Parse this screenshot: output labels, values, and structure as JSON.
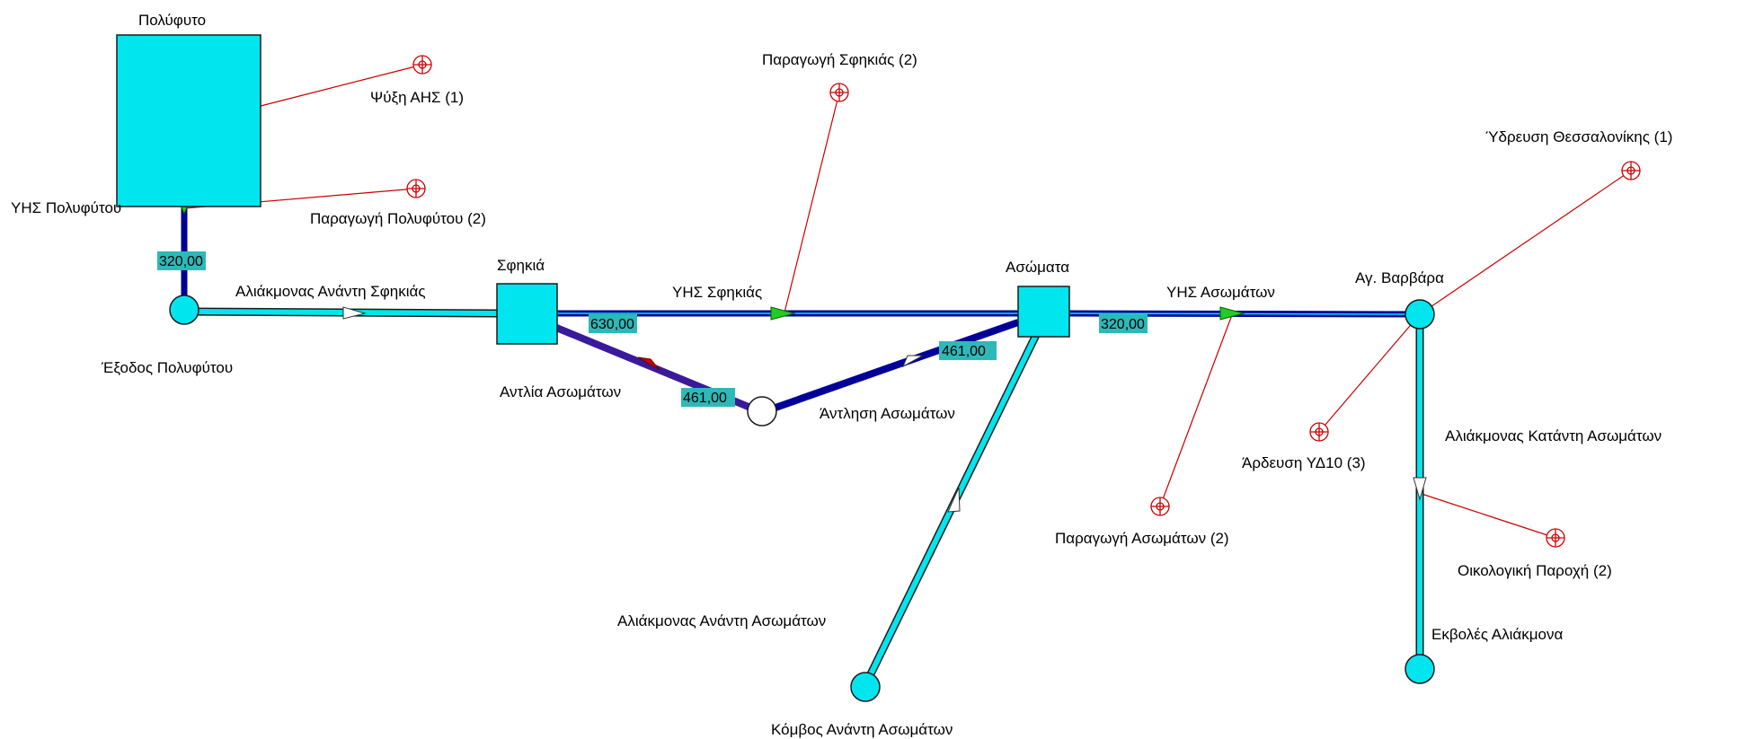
{
  "colors": {
    "background": "#ffffff",
    "node_fill": "#00e5ee",
    "node_stroke": "#1a1a1a",
    "link_dark": "#000099",
    "link_light": "#00e5ee",
    "pump_link": "#3a1a9a",
    "demand_line": "#cc0000",
    "flow_badge": "#2fb8b8",
    "arrow_green": "#22cc22",
    "arrow_red": "#cc0000",
    "arrow_white": "#ffffff"
  },
  "nodes": {
    "polyfyto_reservoir": "Πολύφυτο",
    "exodos_polyfytou": "Έξοδος Πολυφύτου",
    "sfikia": "Σφηκιά",
    "asomata": "Ασώματα",
    "ag_varvara": "Αγ. Βαρβάρα",
    "komvos_anadi_asomaton": "Κόμβος Ανάντη Ασωμάτων",
    "ekvoles_aliakmona": "Εκβολές Αλιάκμονα"
  },
  "links": {
    "yhs_polyfytou": "ΥΗΣ Πολυφύτου",
    "aliakmonas_anadi_sfikias": "Αλιάκμονας Ανάντη Σφηκιάς",
    "yhs_sfikias": "ΥΗΣ Σφηκιάς",
    "yhs_asomaton": "ΥΗΣ Ασωμάτων",
    "antlia_asomaton": "Αντλία Ασωμάτων",
    "antlisi_asomaton": "Άντληση Ασωμάτων",
    "aliakmonas_anadi_asomaton": "Αλιάκμονας Ανάντη Ασωμάτων",
    "aliakmonas_katadi_asomaton": "Αλιάκμονας Κατάντη Ασωμάτων"
  },
  "demands": {
    "psyxi_ahs": "Ψύξη ΑΗΣ (1)",
    "paragogi_polyfytou": "Παραγωγή Πολυφύτου (2)",
    "paragogi_sfikias": "Παραγωγή Σφηκιάς (2)",
    "ydreusi_thessalonikis": "Ύδρευση Θεσσαλονίκης (1)",
    "ardeusi_yd10": "Άρδευση ΥΔ10 (3)",
    "paragogi_asomaton": "Παραγωγή Ασωμάτων (2)",
    "oikologiki_paroxi": "Οικολογική Παροχή (2)"
  },
  "flows": {
    "yhs_polyfytou": "320,00",
    "yhs_sfikias": "630,00",
    "yhs_asomaton": "320,00",
    "antlisi_asomaton": "461,00",
    "antlia_asomaton": "461,00"
  }
}
